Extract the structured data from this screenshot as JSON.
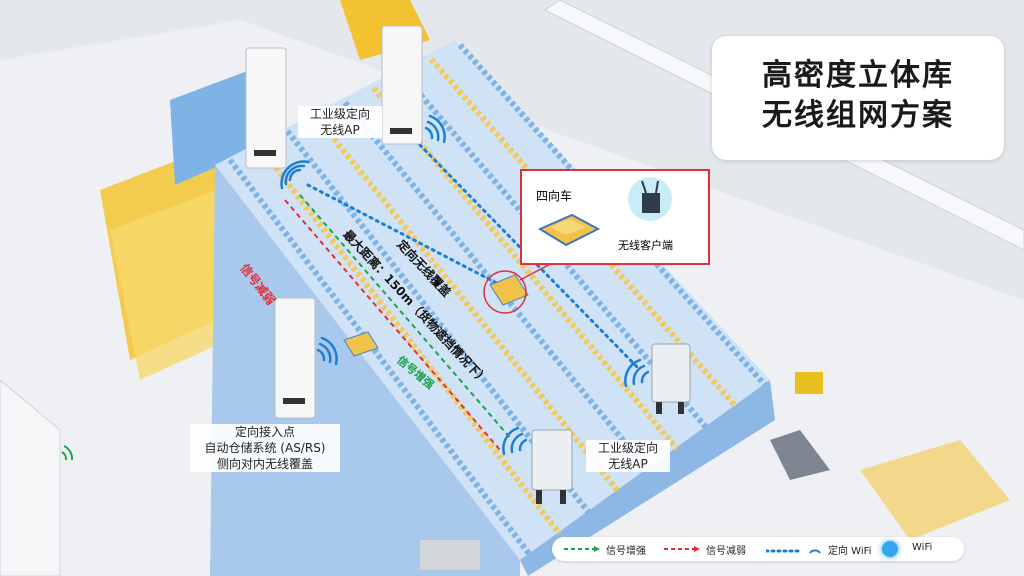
{
  "title": {
    "line1": "高密度立体库",
    "line2": "无线组网方案"
  },
  "labels": {
    "ap_top": {
      "line1": "工业级定向",
      "line2": "无线AP"
    },
    "ap_bottom": {
      "line1": "工业级定向",
      "line2": "无线AP"
    },
    "access_point": {
      "line1": "定向接入点",
      "line2": "自动仓储系统 (AS/RS)",
      "line3": "侧向对内无线覆盖"
    },
    "vehicle": "四向车",
    "client": "无线客户端",
    "signal_weak": "信号减弱",
    "signal_strong": "信号增强",
    "coverage_line1": "定向无线覆盖",
    "coverage_line2": "最大距离：150m（货物遮挡情况下）"
  },
  "legend": {
    "strong": "信号增强",
    "weak": "信号减弱",
    "directional": "定向 WiFi",
    "wifi": "WiFi"
  },
  "colors": {
    "rack_blue": "#7fb3e6",
    "cargo_yellow": "#f3c95a",
    "signal_green": "#1aa34a",
    "signal_red": "#e0303a",
    "wifi_blue": "#1b7fd6",
    "wifi_glow": "#33a6f2"
  },
  "icons": [
    "wifi-icon",
    "ap-panel-icon",
    "shuttle-vehicle-icon",
    "router-icon"
  ]
}
